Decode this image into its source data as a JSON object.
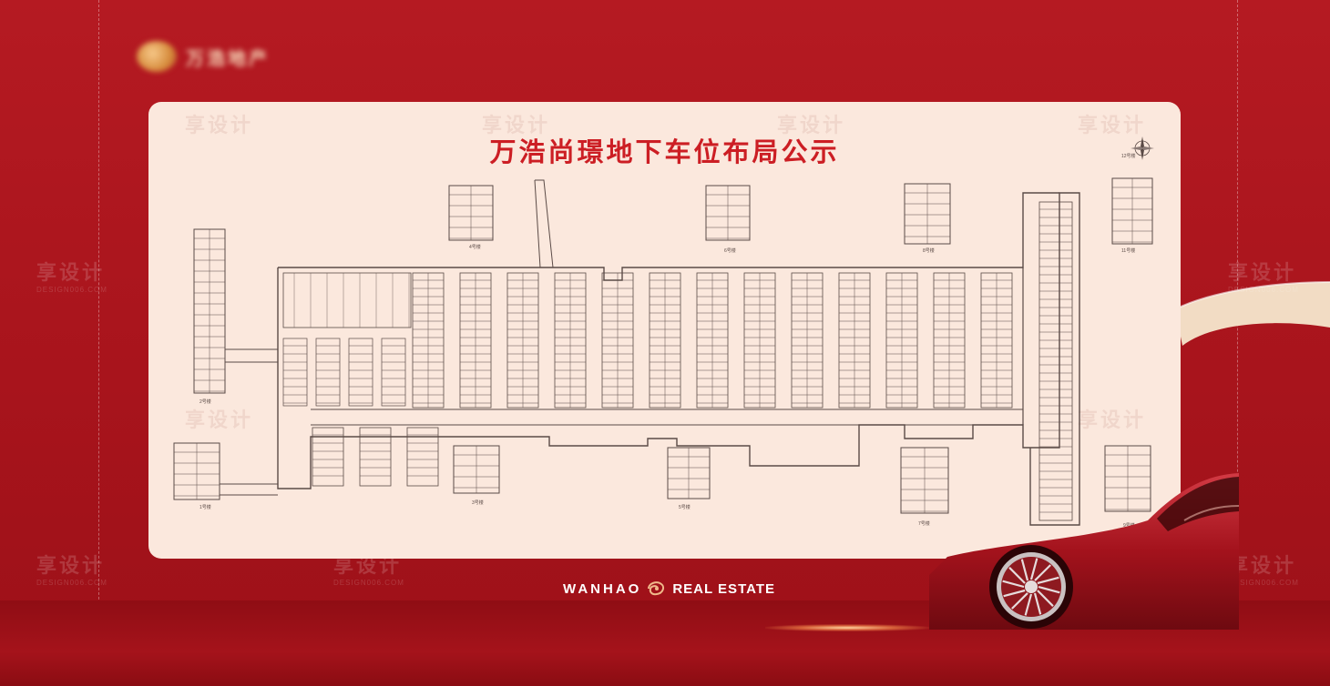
{
  "brand": {
    "logo_text": "万浩地产",
    "name_left": "WANHAO",
    "name_right": "REAL ESTATE"
  },
  "panel": {
    "title": "万浩尚璟地下车位布局公示"
  },
  "building_labels": [
    "1号楼",
    "2号楼",
    "3号楼",
    "4号楼",
    "5号楼",
    "6号楼",
    "7号楼",
    "8号楼",
    "9号楼",
    "11号楼",
    "12号楼"
  ],
  "watermarks": {
    "text": "享设计",
    "sub": "DESIGN006.COM"
  },
  "colors": {
    "background": "#b51a22",
    "panel": "#fbe8dd",
    "title": "#cc1e24",
    "plan_line": "#5a4a46"
  },
  "icons": [
    "compass-icon",
    "wanhao-logo-icon"
  ]
}
